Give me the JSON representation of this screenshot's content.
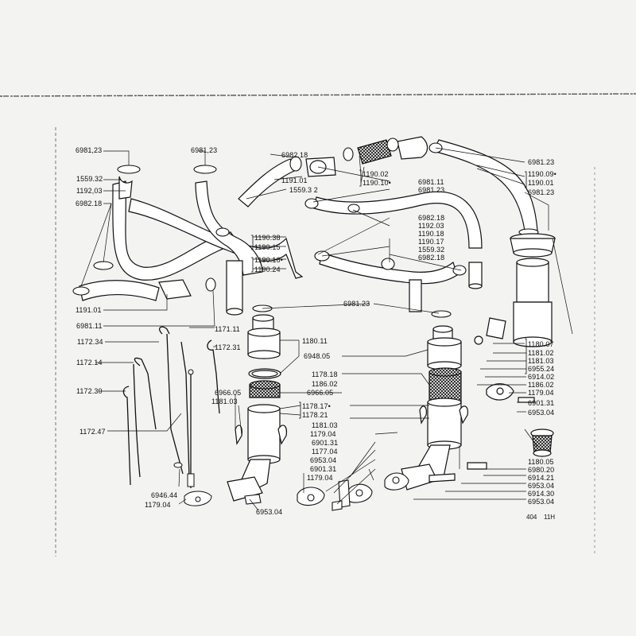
{
  "labels": {
    "l_6981_23_a": "6981,23",
    "l_1559_32_a": "1559.32",
    "l_1192_03_a": "1192,03",
    "l_6982_18_a": "6982.18",
    "l_1191_01_a": "1191.01",
    "l_6981_11_a": "6981.11",
    "l_1172_34": "1172.34",
    "l_1172_14": "1172.14",
    "l_1172_30": "1172.30",
    "l_1172_47": "1172.47",
    "l_6946_44": "6946.44",
    "l_1179_04_a": "1179.04",
    "l_6953_04_a": "6953.04",
    "l_1171_11": "1171.11",
    "l_1172_31": "1172.31",
    "l_6966_05_a": "6966.05",
    "l_1181_03_a": "1181.03",
    "l_6981_23_b": "6981,23",
    "l_6982_18_b": "6982.18",
    "l_1191_01_b": "1191.01",
    "l_1559_32_b": "1559.3 2",
    "l_1190_38": "1190.38",
    "l_1190_15": "1190.15",
    "l_1190_16": "1190.16•",
    "l_1190_24": "1190.24",
    "l_1190_02": "1190.02",
    "l_1190_10": "1190.10•",
    "l_6981_11_b": "6981.11",
    "l_6981_23_c": "6981.23",
    "l_6982_18_c": "6982.18",
    "l_1192_03_b": "1192.03",
    "l_1190_18": "1190.18",
    "l_1190_17": "1190.17",
    "l_1559_32_c": "1559.32",
    "l_6982_18_d": "6982.18",
    "l_6981_23_d": "6981.23",
    "l_1180_11": "1180.11",
    "l_6948_05": "6948.05",
    "l_1178_18": "1178.18",
    "l_1186_02_a": "1186.02",
    "l_6966_05_b": "6966.05",
    "l_1178_17": "1178.17•",
    "l_1178_21": "1178.21",
    "l_1181_03_b": "1181.03",
    "l_1179_04_b": "1179.04",
    "l_6901_31_a": "6901.31",
    "l_1177_04": "1177.04",
    "l_6953_04_b": "6953.04",
    "l_6901_31_b": "6901.31",
    "l_1179_04_c": "1179.04",
    "l_6981_23_e": "6981.23",
    "l_1190_09": "1190.09•",
    "l_1190_01": "1190.01",
    "l_6981_23_f": "6981.23",
    "l_1180_07": "1180.07",
    "l_1181_02": "1181.02",
    "l_1181_03_c": "1181.03",
    "l_6955_24": "6955.24",
    "l_6914_02": "6914.02",
    "l_1186_02_b": "1186.02",
    "l_1179_04_d": "1179.04",
    "l_6901_31_c": "6901.31",
    "l_6953_04_c": "6953.04",
    "l_1180_05": "1180.05",
    "l_6980_20": "6980.20",
    "l_6914_21": "6914.21",
    "l_6953_04_d": "6953.04",
    "l_6914_30": "6914.30",
    "l_6953_04_e": "6953.04"
  },
  "page_ref": {
    "code": "404",
    "sheet": "11H"
  },
  "colors": {
    "ink": "#111111",
    "paper": "#f3f3f1",
    "hose_fill": "#ffffff"
  }
}
